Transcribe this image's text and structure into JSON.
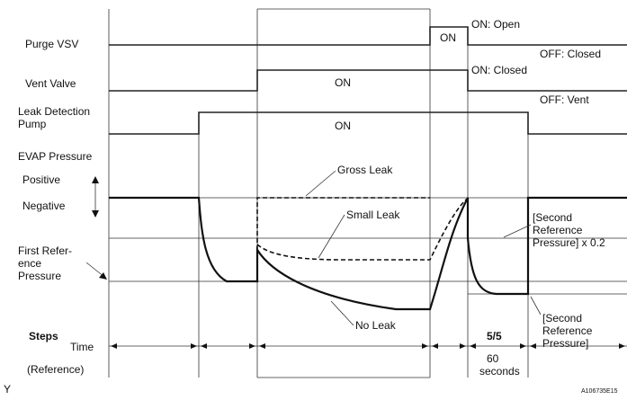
{
  "signals": {
    "purge_vsv": "Purge VSV",
    "vent_valve": "Vent Valve",
    "leak_pump_1": "Leak Detection",
    "leak_pump_2": "Pump",
    "evap_pressure": "EVAP Pressure",
    "positive": "Positive",
    "negative": "Negative",
    "first_ref_1": "First Refer-",
    "first_ref_2": "ence",
    "first_ref_3": "Pressure"
  },
  "states": {
    "on": "ON",
    "on_open": "ON: Open",
    "off_closed": "OFF: Closed",
    "on_closed": "ON: Closed",
    "off_vent": "OFF: Vent"
  },
  "curves": {
    "gross_leak": "Gross Leak",
    "small_leak": "Small Leak",
    "no_leak": "No Leak"
  },
  "second_ref_top": {
    "line1": "[Second",
    "line2": "Reference",
    "line3": "Pressure] x 0.2"
  },
  "second_ref_bottom": {
    "line1": "[Second",
    "line2": "Reference",
    "line3": "Pressure]"
  },
  "footer": {
    "steps": "Steps",
    "time": "Time",
    "reference": "(Reference)",
    "step_label": "5/5",
    "duration_1": "60",
    "duration_2": "seconds",
    "corner_left": "Y",
    "corner_right": "A106735E15"
  }
}
